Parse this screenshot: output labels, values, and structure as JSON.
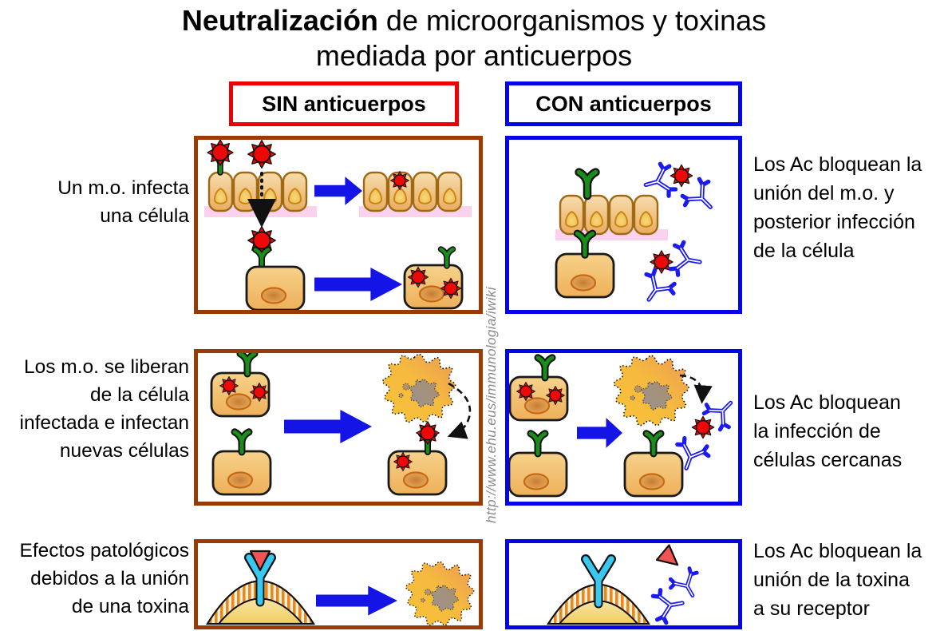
{
  "title": {
    "line1_bold": "Neutralización",
    "line1_rest": " de microorganismos y toxinas",
    "line2": "mediada por anticuerpos"
  },
  "headers": {
    "sin": "SIN anticuerpos",
    "con": "CON anticuerpos"
  },
  "rows": [
    {
      "left_label_lines": [
        "Un m.o. infecta",
        "una célula"
      ],
      "right_label_lines": [
        "Los Ac bloquean la",
        "unión del m.o. y",
        "posterior infección",
        "de la célula"
      ]
    },
    {
      "left_label_lines": [
        "Los m.o. se liberan",
        "de la célula",
        "infectada e infectan",
        "nuevas células"
      ],
      "right_label_lines": [
        "Los Ac bloquean",
        "la infección de",
        "células cercanas"
      ]
    },
    {
      "left_label_lines": [
        "Efectos patológicos",
        "debidos a la unión",
        "de una toxina"
      ],
      "right_label_lines": [
        "Los Ac bloquean la",
        "unión de la toxina",
        "a su receptor"
      ]
    }
  ],
  "watermark": "http://www.ehu.eus/immunologia/iwiki",
  "colors": {
    "sin_border": "#ee0000",
    "con_border": "#0404e8",
    "left_panel_border": "#9c3a04",
    "right_panel_border": "#0404e8",
    "arrow_blue": "#1414e6",
    "virus_red": "#ee0808",
    "receptor_green": "#1a8c1a",
    "antibody_blue": "#1b1bf0",
    "toxin_red": "#f25454",
    "toxin_receptor_cyan": "#38c8f0",
    "membrane_stripe_orange": "#e8891e",
    "basement_membrane_pink": "#fbd2ee",
    "watermark_gray": "#8a8a8a"
  }
}
